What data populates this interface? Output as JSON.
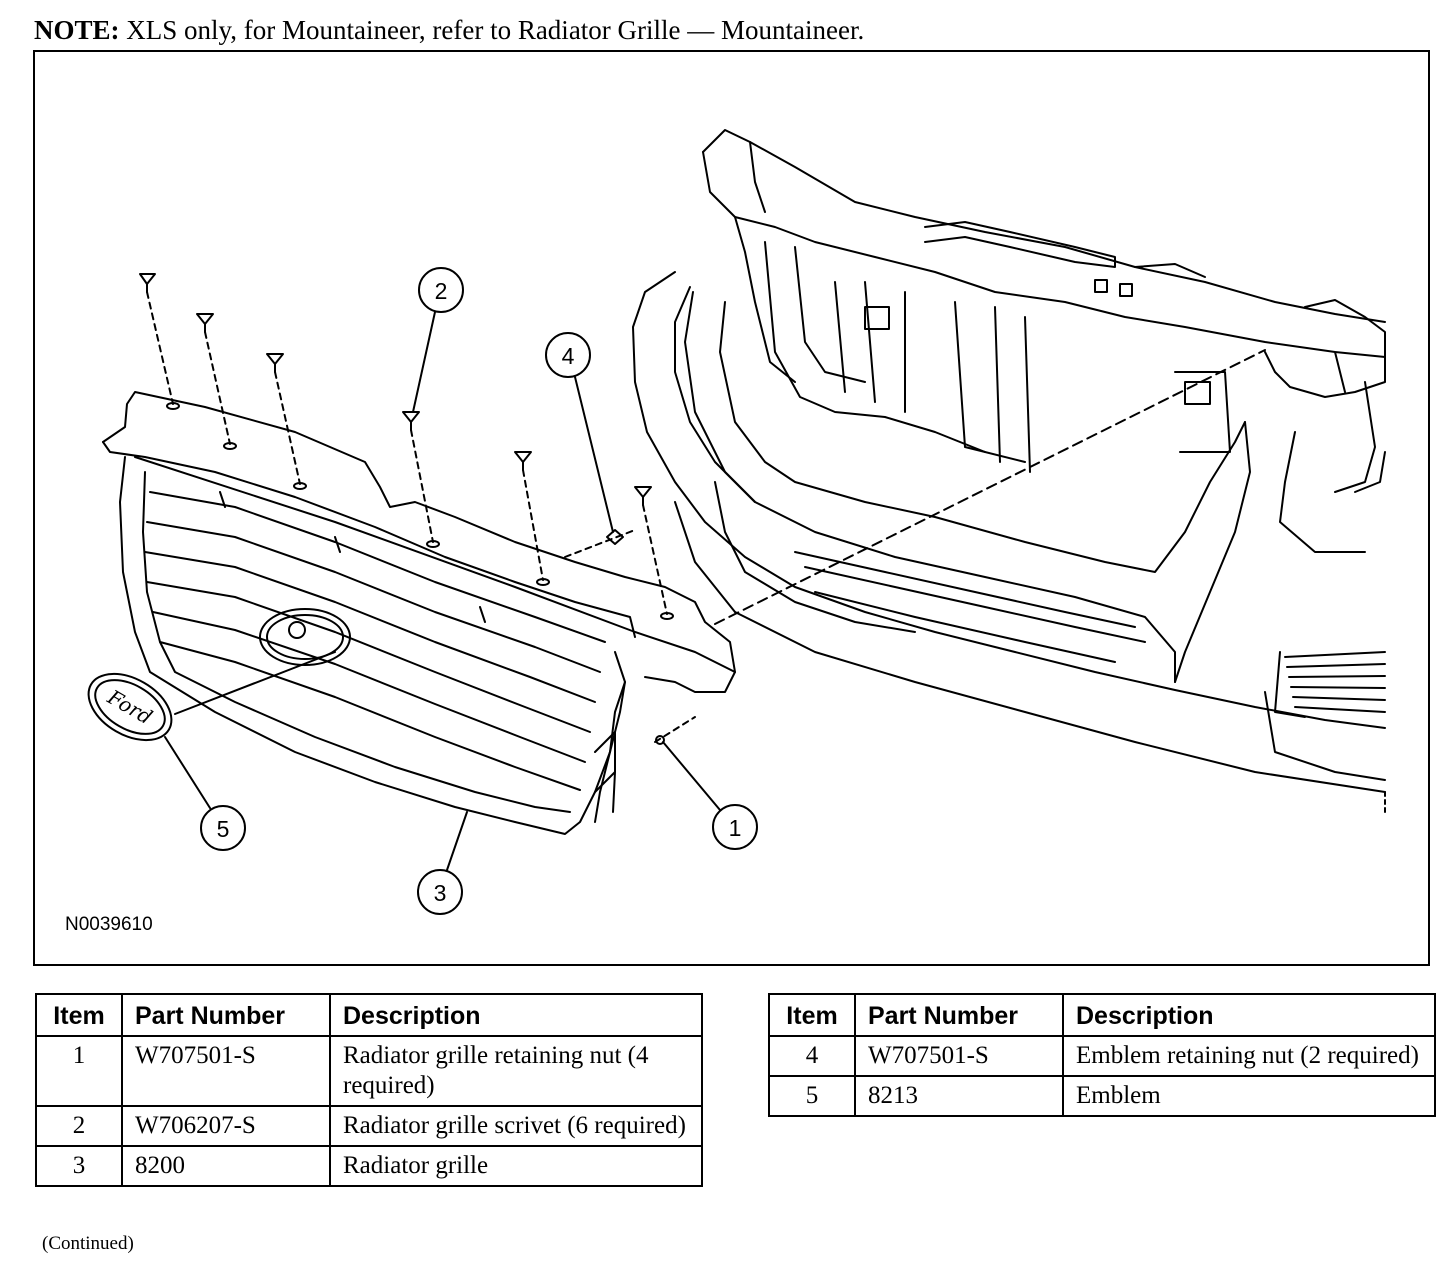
{
  "note": {
    "label": "NOTE:",
    "text": "XLS only, for Mountaineer, refer to Radiator Grille — Mountaineer."
  },
  "figure": {
    "id": "N0039610",
    "callouts": [
      "1",
      "2",
      "3",
      "4",
      "5"
    ],
    "emblem_text": "Ford"
  },
  "table_headers": {
    "item": "Item",
    "part_number": "Part Number",
    "description": "Description"
  },
  "table_left": [
    {
      "item": "1",
      "part_number": "W707501-S",
      "description": "Radiator grille retaining nut (4 required)"
    },
    {
      "item": "2",
      "part_number": "W706207-S",
      "description": "Radiator grille scrivet (6 required)"
    },
    {
      "item": "3",
      "part_number": "8200",
      "description": "Radiator grille"
    }
  ],
  "table_right": [
    {
      "item": "4",
      "part_number": "W707501-S",
      "description": "Emblem retaining nut (2 required)"
    },
    {
      "item": "5",
      "part_number": "8213",
      "description": "Emblem"
    }
  ],
  "continued": "(Continued)"
}
